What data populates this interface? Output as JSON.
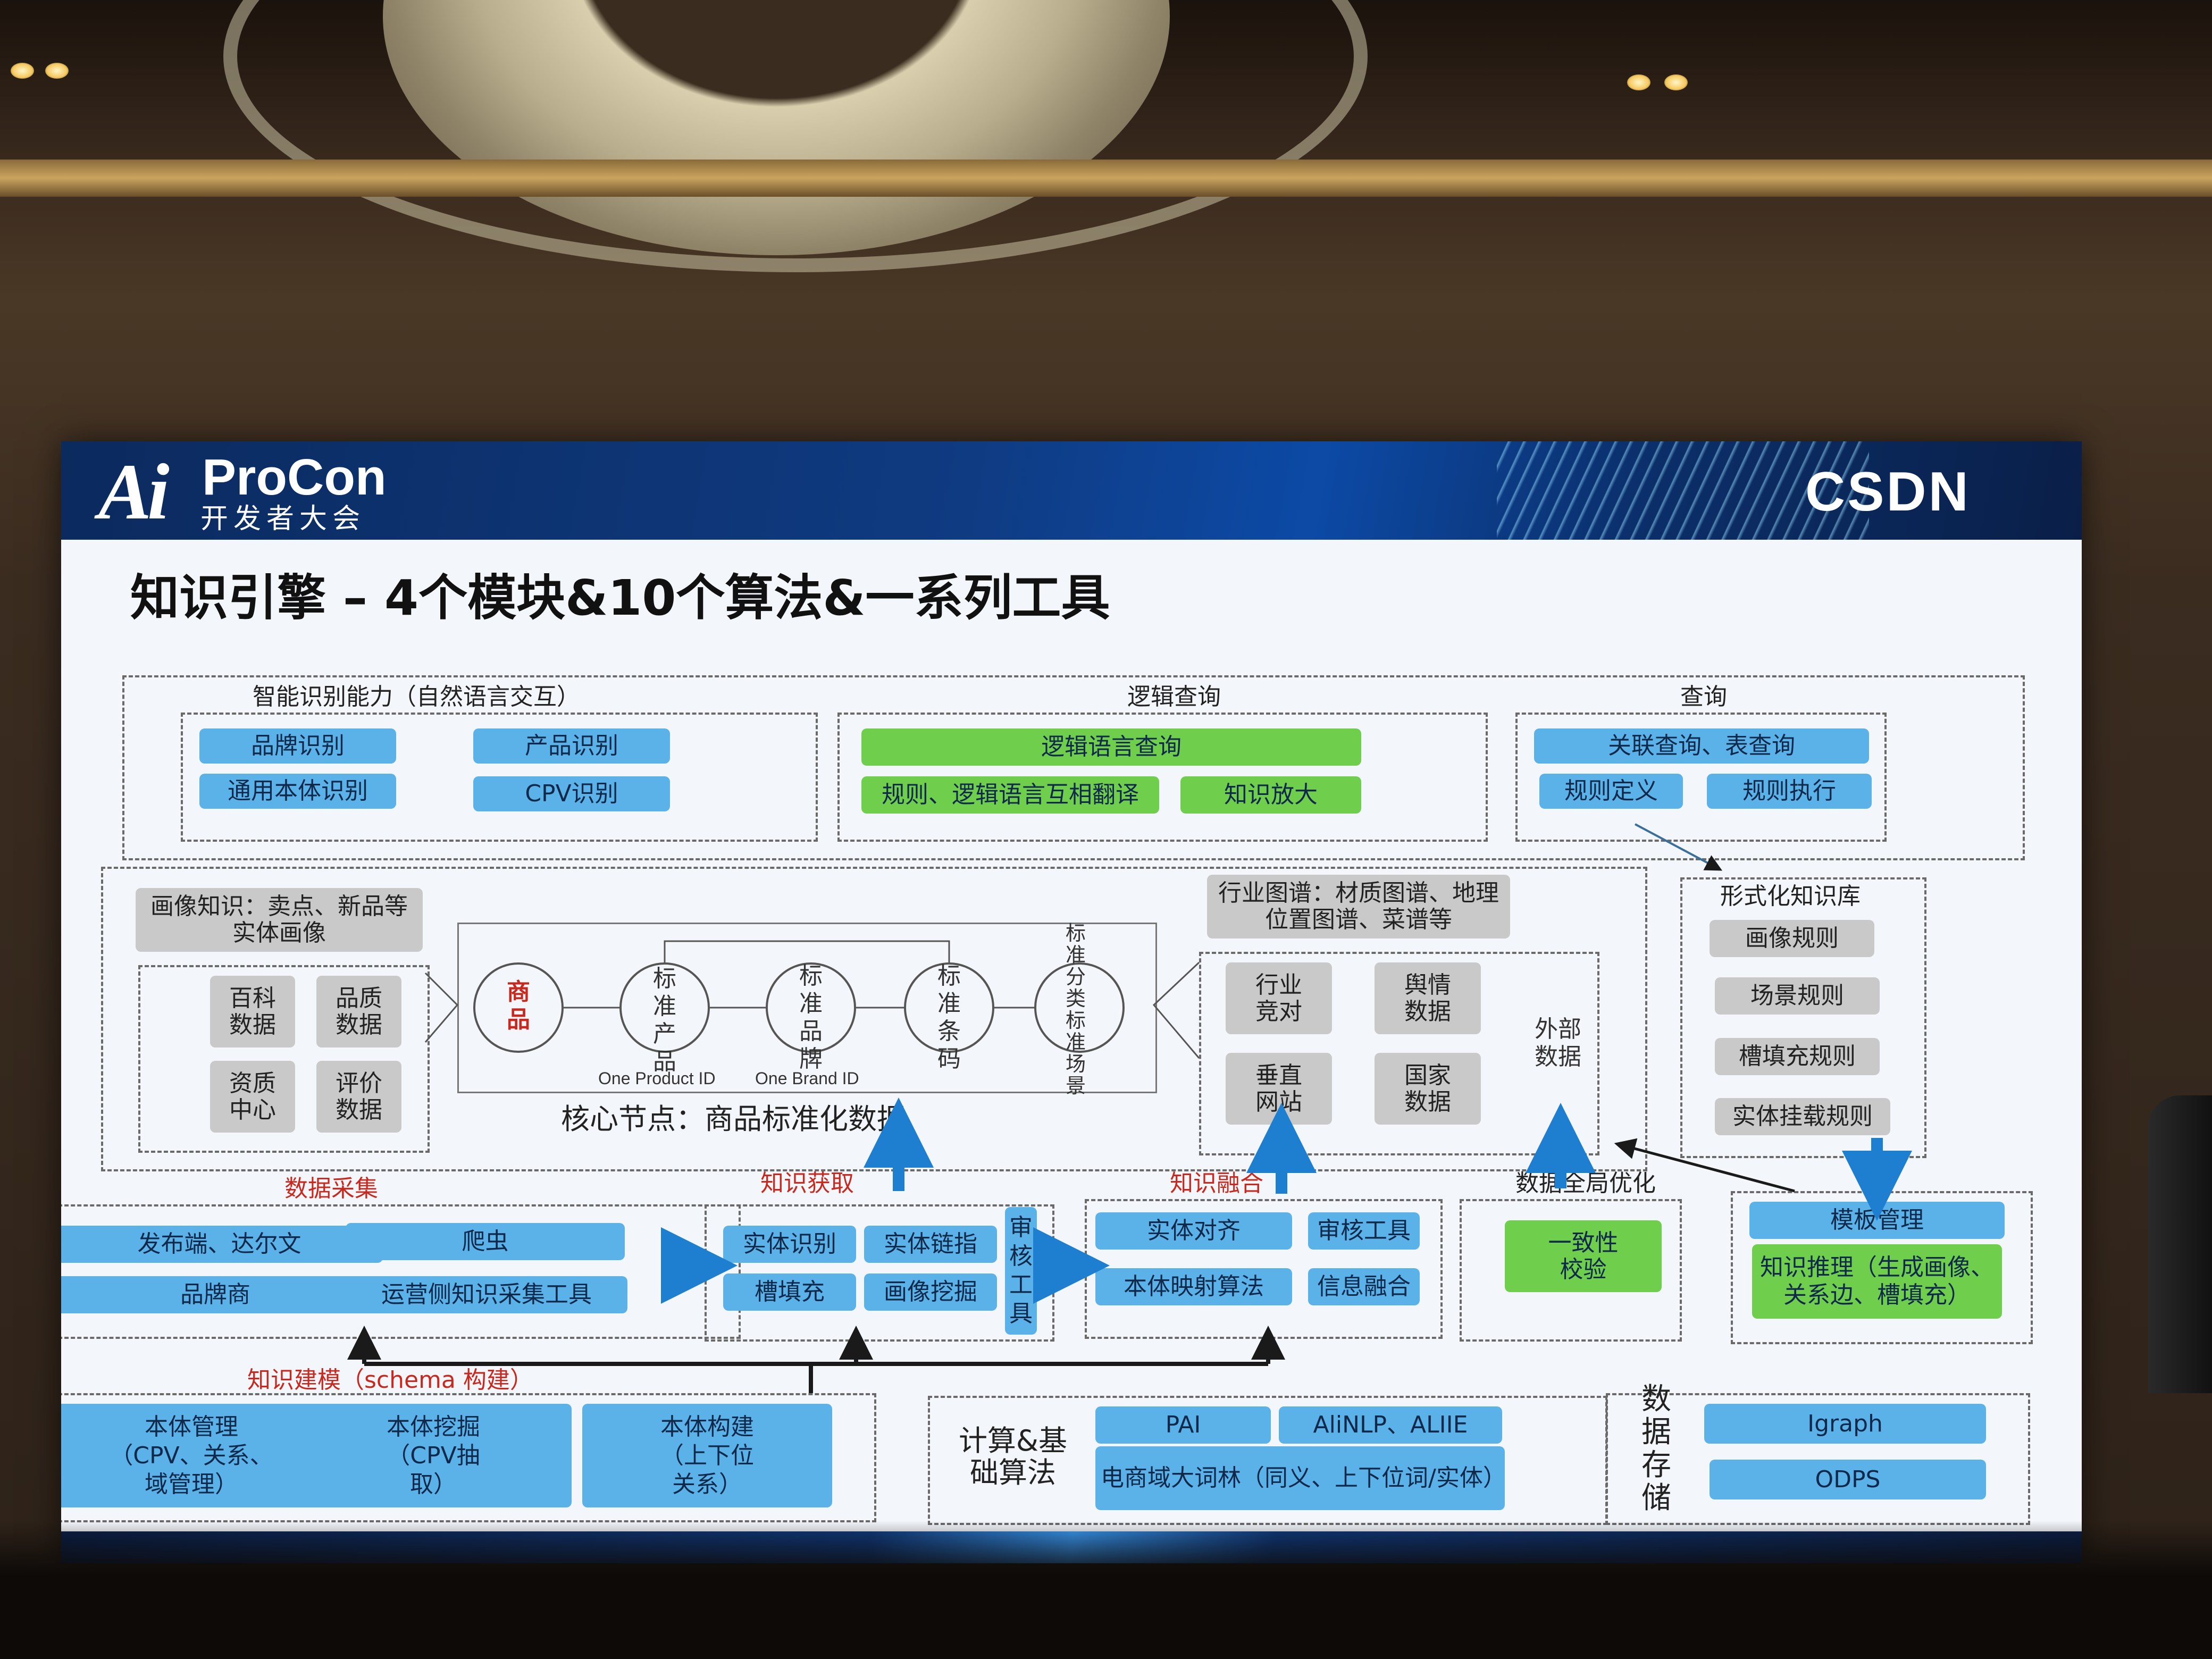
{
  "header": {
    "logo_ai": "Ai",
    "logo_procon": "ProCon",
    "logo_sub": "开发者大会",
    "logo_csdn": "CSDN"
  },
  "title": "知识引擎 – 4个模块&10个算法&一系列工具",
  "nlu": {
    "label": "智能识别能力（自然语言交互）",
    "items": [
      "品牌识别",
      "产品识别",
      "通用本体识别",
      "CPV识别"
    ]
  },
  "logic": {
    "label": "逻辑查询",
    "main": "逻辑语言查询",
    "translate": "规则、逻辑语言互相翻译",
    "amplify": "知识放大"
  },
  "query": {
    "label": "查询",
    "main": "关联查询、表查询",
    "define": "规则定义",
    "execute": "规则执行"
  },
  "core": {
    "portrait": "画像知识：卖点、新品等实体画像",
    "sources": [
      "百科数据",
      "品质数据",
      "资质中心",
      "评价数据"
    ],
    "nodes": [
      "商品",
      "标准产品",
      "标准品牌",
      "标准条码",
      "标准分类标准场景"
    ],
    "product_id": "One Product ID",
    "brand_id": "One Brand ID",
    "caption": "核心节点：商品标准化数据",
    "industry": "行业图谱：材质图谱、地理位置图谱、菜谱等",
    "external_items": [
      "行业竞对",
      "舆情数据",
      "垂直网站",
      "国家数据"
    ],
    "external_label": "外部数据"
  },
  "kb": {
    "label": "形式化知识库",
    "rules": [
      "画像规则",
      "场景规则",
      "槽填充规则",
      "实体挂载规则"
    ]
  },
  "collect": {
    "label": "数据采集",
    "items": [
      "发布端、达尔文",
      "爬虫",
      "品牌商",
      "运营侧知识采集工具"
    ]
  },
  "acquire": {
    "label": "知识获取",
    "items": [
      "实体识别",
      "实体链指",
      "槽填充",
      "画像挖掘"
    ],
    "review": "审核工具"
  },
  "fusion": {
    "label": "知识融合",
    "items": [
      "实体对齐",
      "审核工具",
      "本体映射算法",
      "信息融合"
    ]
  },
  "global_opt": {
    "label": "数据全局优化",
    "item": "一致性校验"
  },
  "template": {
    "title": "模板管理",
    "reasoning": "知识推理（生成画像、关系边、槽填充）"
  },
  "schema": {
    "label": "知识建模（schema 构建）",
    "items": [
      "本体管理（CPV、关系、域管理）",
      "本体挖掘（CPV抽取）",
      "本体构建（上下位关系）"
    ]
  },
  "compute": {
    "label": "计算&基础算法",
    "pai": "PAI",
    "nlp": "AliNLP、ALIIE",
    "dict": "电商域大词林（同义、上下位词/实体）"
  },
  "storage": {
    "label": "数据存储",
    "items": [
      "Igraph",
      "ODPS"
    ]
  },
  "colors": {
    "blue": "#5ab2e8",
    "green": "#6fcf4d",
    "gray": "#c9c9c9",
    "red_label": "#c8281e",
    "banner": "#0f3b82"
  }
}
